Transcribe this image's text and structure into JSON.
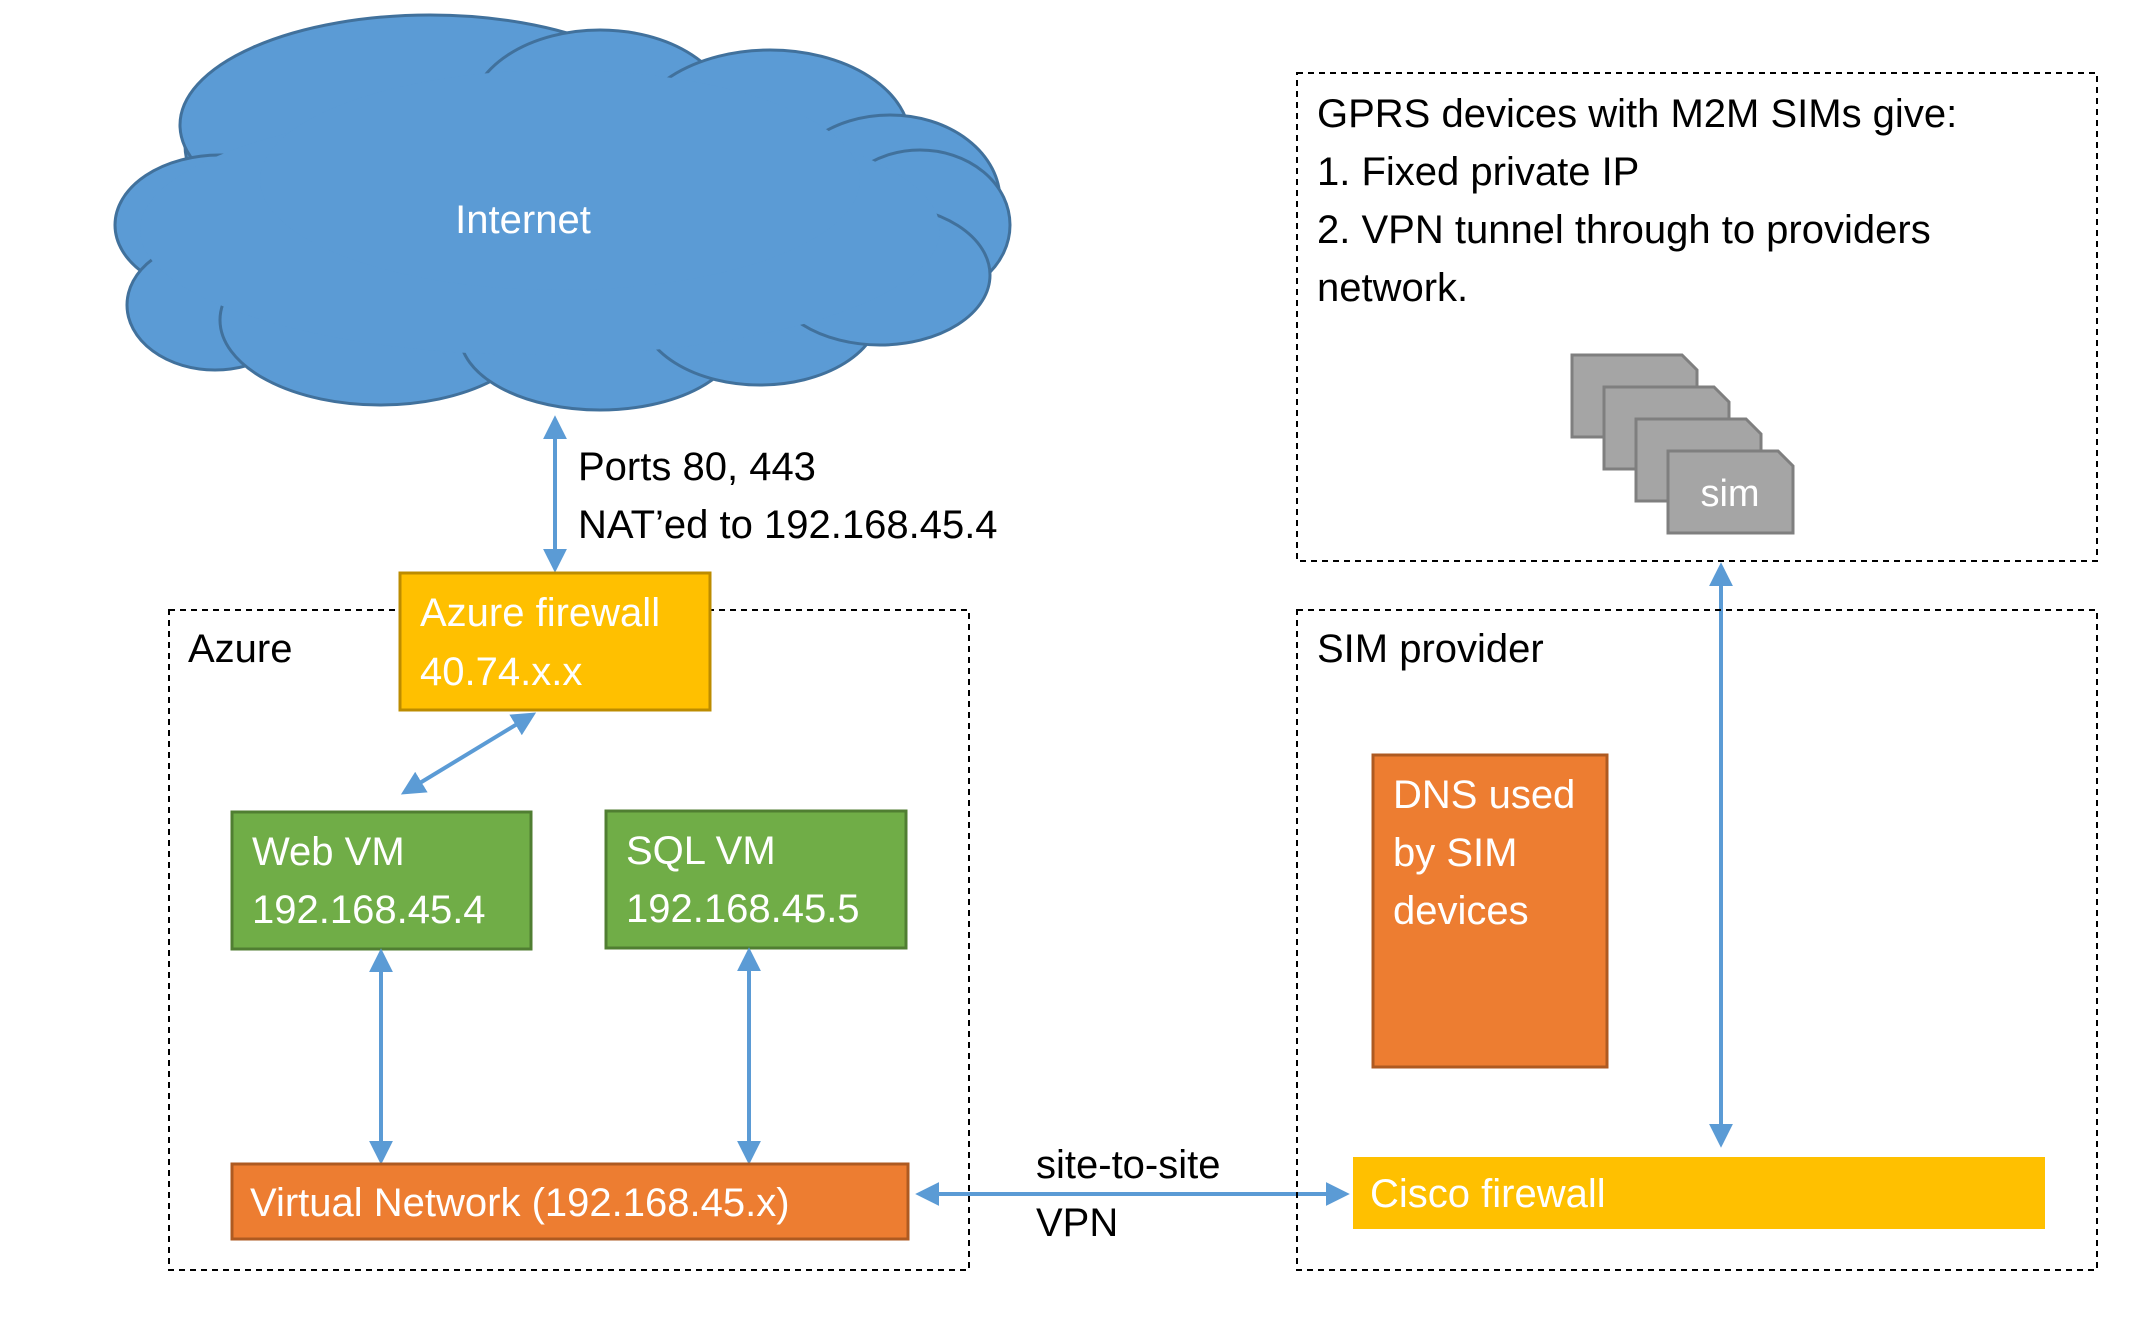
{
  "internet": {
    "label": "Internet"
  },
  "nat_note": {
    "line1": "Ports 80, 443",
    "line2": "NAT’ed to 192.168.45.4"
  },
  "azure_group": {
    "label": "Azure"
  },
  "azure_firewall": {
    "line1": "Azure firewall",
    "line2": "40.74.x.x"
  },
  "web_vm": {
    "line1": "Web VM",
    "line2": "192.168.45.4"
  },
  "sql_vm": {
    "line1": "SQL VM",
    "line2": "192.168.45.5"
  },
  "virtual_network": {
    "label": "Virtual Network (192.168.45.x)"
  },
  "vpn_link": {
    "line1": "site-to-site",
    "line2": "VPN"
  },
  "gprs_note": {
    "line1": "GPRS devices with M2M SIMs give:",
    "line2": "1. Fixed private IP",
    "line3": "2. VPN tunnel through to providers",
    "line4": "network."
  },
  "sim_cards": {
    "front_label": "sim"
  },
  "sim_provider_group": {
    "label": "SIM provider"
  },
  "dns_box": {
    "line1": "DNS used",
    "line2": "by SIM",
    "line3": "devices"
  },
  "cisco_firewall": {
    "label": "Cisco firewall"
  },
  "colors": {
    "cloud": "#5b9bd5",
    "arrow": "#5b9bd5",
    "firewall": "#ffc000",
    "vm": "#70ad47",
    "network": "#ed7d31",
    "sim": "#a5a5a5"
  }
}
